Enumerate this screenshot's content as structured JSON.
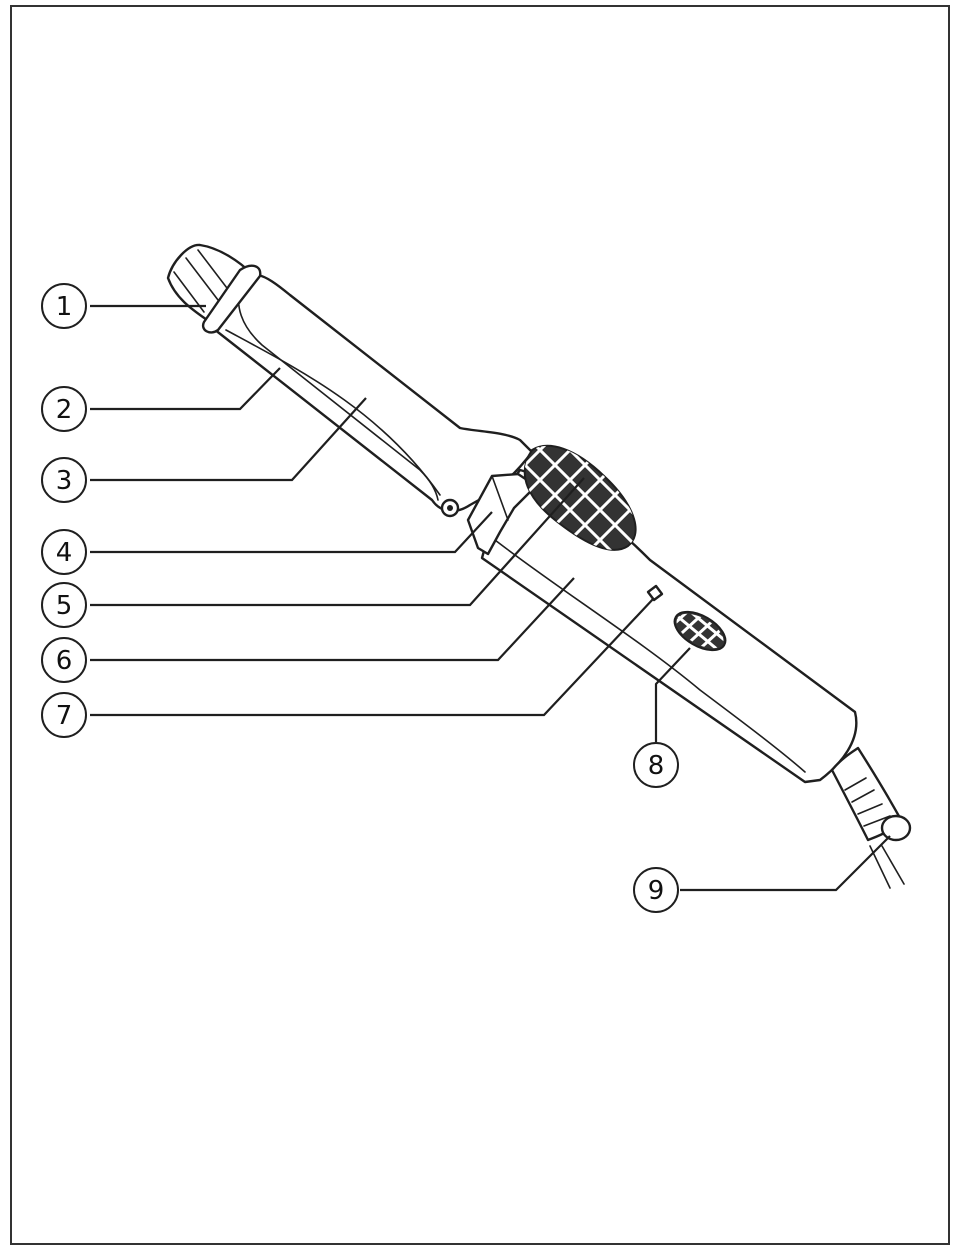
{
  "diagram": {
    "subject": "curling-iron",
    "callouts": [
      {
        "id": "1",
        "label": "1"
      },
      {
        "id": "2",
        "label": "2"
      },
      {
        "id": "3",
        "label": "3"
      },
      {
        "id": "4",
        "label": "4"
      },
      {
        "id": "5",
        "label": "5"
      },
      {
        "id": "6",
        "label": "6"
      },
      {
        "id": "7",
        "label": "7"
      },
      {
        "id": "8",
        "label": "8"
      },
      {
        "id": "9",
        "label": "9"
      }
    ]
  },
  "colors": {
    "line": "#1f1f1f",
    "background": "#ffffff",
    "grip": "#333333"
  }
}
